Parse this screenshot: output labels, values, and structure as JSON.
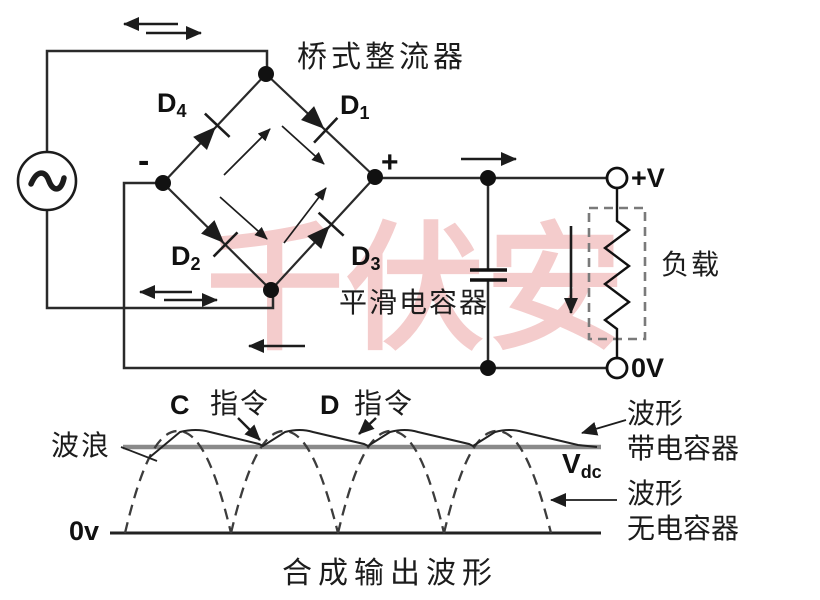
{
  "watermark": "千伏安",
  "circuit": {
    "title": "桥式整流器",
    "smoothing_capacitor_label": "平滑电容器",
    "load_label": "负载",
    "minus_sign": "-",
    "plus_sign": "+",
    "terminal_positive": "+V",
    "terminal_zero": "0V",
    "diode_labels": {
      "d1": {
        "base": "D",
        "sub": "1"
      },
      "d2": {
        "base": "D",
        "sub": "2"
      },
      "d3": {
        "base": "D",
        "sub": "3"
      },
      "d4": {
        "base": "D",
        "sub": "4"
      }
    }
  },
  "waveform": {
    "ripple_label": "波浪",
    "c_label": "C",
    "c_command": "指令",
    "d_label": "D",
    "d_command": "指令",
    "vdc": {
      "base": "V",
      "sub": "dc"
    },
    "zero_volt_label": "0v",
    "with_capacitor_line1": "波形",
    "with_capacitor_line2": "带电容器",
    "without_capacitor_line1": "波形",
    "without_capacitor_line2": "无电容器",
    "caption": "合成输出波形"
  },
  "colors": {
    "ink": "#1c1c1c",
    "vdc_line": "#8a8a8a",
    "dashed_wave": "#3c3c3c",
    "load_box": "#7a7a7a",
    "watermark_pink": "#f4cccc"
  }
}
